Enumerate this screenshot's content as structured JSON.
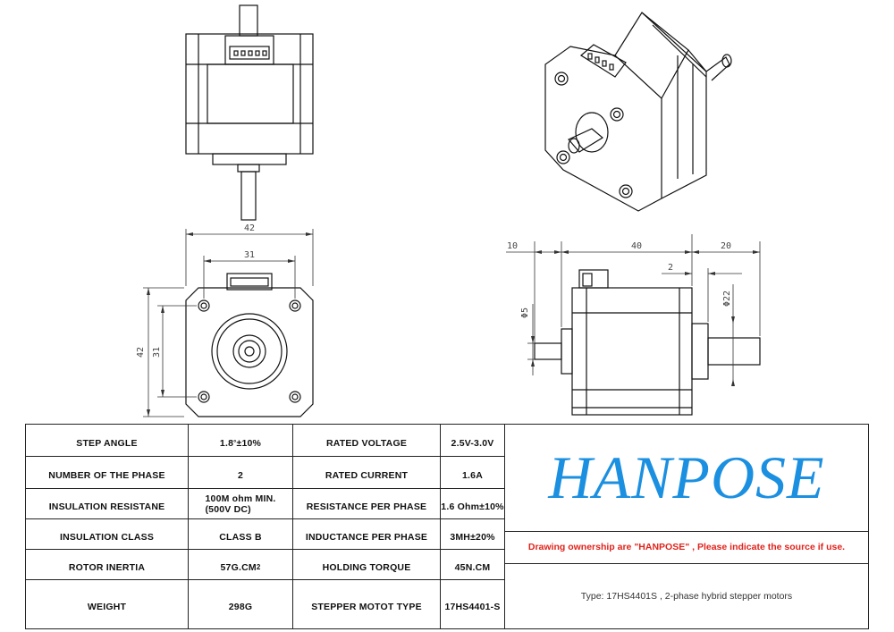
{
  "dimensions": {
    "top_width": "42",
    "hole_spacing_h": "31",
    "side_height": "42",
    "hole_spacing_v": "31",
    "shaft_length": "10",
    "body_length": "40",
    "boss_length": "2",
    "rear_length": "20",
    "shaft_diameter": "Φ5",
    "boss_diameter": "Φ22"
  },
  "specs": [
    {
      "label1": "STEP ANGLE",
      "value1_main": "1.8",
      "value1_sup": "°",
      "value1_rest": "±10%",
      "label2": "RATED VOLTAGE",
      "value2": "2.5V-3.0V"
    },
    {
      "label1": "NUMBER OF THE PHASE",
      "value1": "2",
      "label2": "RATED CURRENT",
      "value2": "1.6A"
    },
    {
      "label1": "INSULATION RESISTANE",
      "value1_line1": "100M ohm MIN.",
      "value1_line2": "(500V DC)",
      "label2": "RESISTANCE PER PHASE",
      "value2": "1.6 Ohm±10%"
    },
    {
      "label1": "INSULATION CLASS",
      "value1": "CLASS B",
      "label2": "INDUCTANCE PER PHASE",
      "value2": "3MH±20%"
    },
    {
      "label1": "ROTOR INERTIA",
      "value1_main": "57G.CM",
      "value1_sup": "2",
      "label2": "HOLDING TORQUE",
      "value2": "45N.CM"
    },
    {
      "label1": "WEIGHT",
      "value1": "298G",
      "label2": "STEPPER MOTOT TYPE",
      "value2": "17HS4401-S"
    }
  ],
  "brand": "HANPOSE",
  "notice": "Drawing ownership are \"HANPOSE\" , Please indicate the source if use.",
  "type_info": "Type: 17HS4401S ,   2-phase hybrid stepper motors",
  "colors": {
    "brand": "#1b8fe0",
    "notice": "#e0231b"
  }
}
